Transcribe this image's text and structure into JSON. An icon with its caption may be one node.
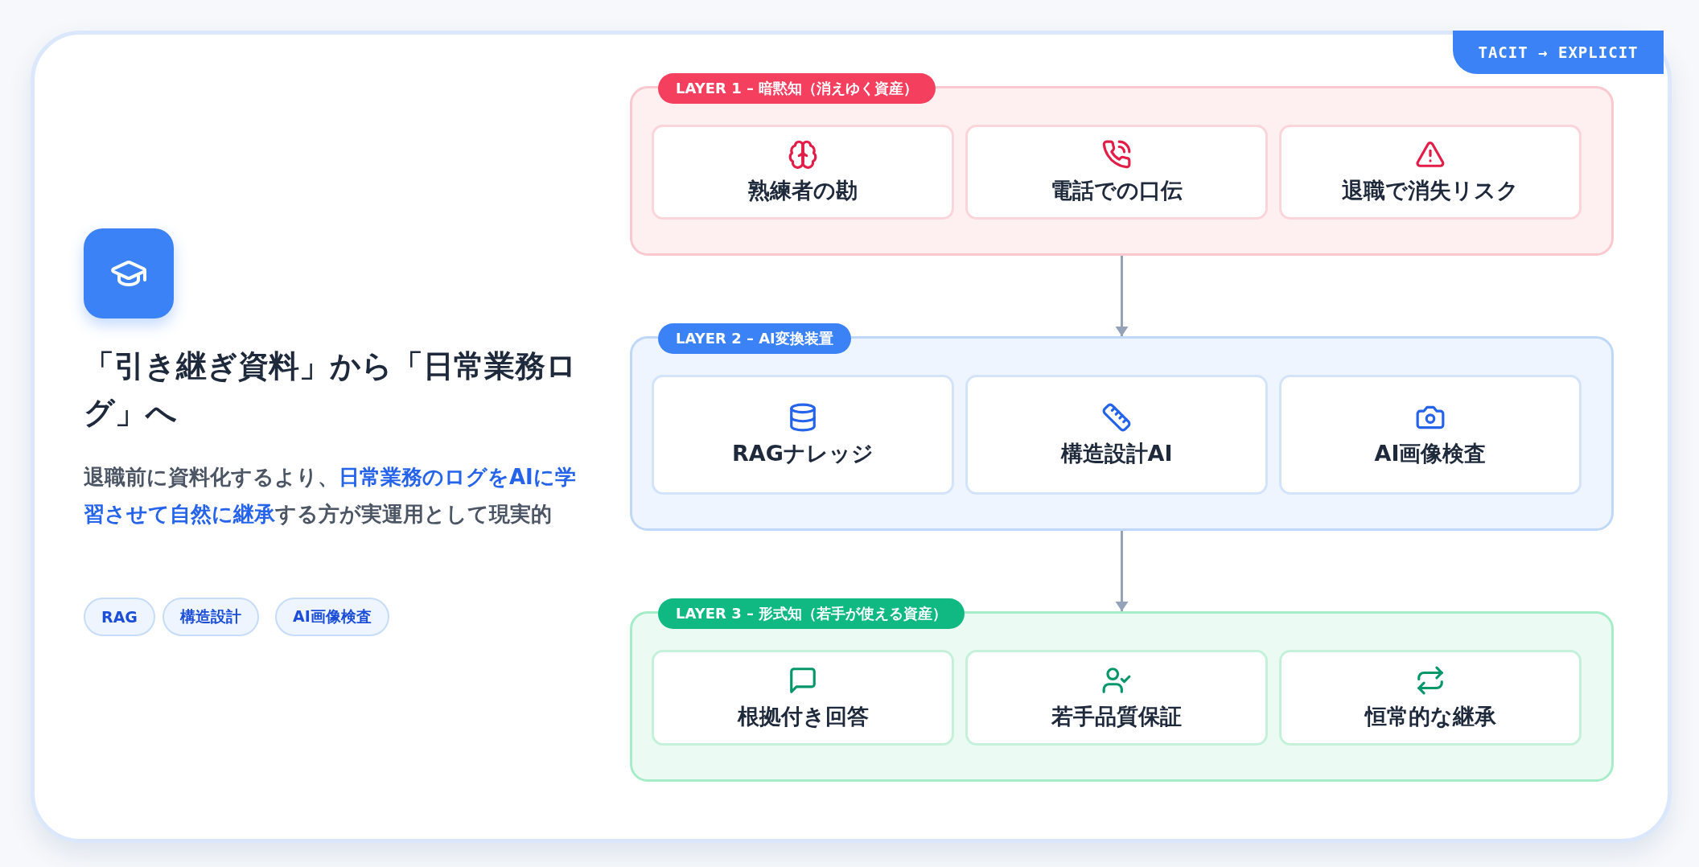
{
  "diagram": {
    "title": "「引き継ぎ資料」から「日常業務ログ」へ",
    "nodes": [
      {
        "text": [
          "LAYER 1 – 暗黙知（消えゆく資産）"
        ]
      },
      {
        "text": [
          "熟練者の勘"
        ],
        "in": 0
      },
      {
        "text": [
          "電話での口伝"
        ],
        "in": 0
      },
      {
        "text": [
          "退職で消失リスク"
        ],
        "in": 0
      },
      {
        "text": [
          "LAYER 2 – AI変換装置"
        ]
      },
      {
        "text": [
          "RAGナレッジ"
        ],
        "in": 4
      },
      {
        "text": [
          "構造設計AI"
        ],
        "in": 4
      },
      {
        "text": [
          "AI画像検査"
        ],
        "in": 4
      },
      {
        "text": [
          "LAYER 3 – 形式知（若手が使える資産）"
        ]
      },
      {
        "text": [
          "根拠付き回答"
        ],
        "in": 8
      },
      {
        "text": [
          "若手品質保証"
        ],
        "in": 8
      },
      {
        "text": [
          "恒常的な継承"
        ],
        "in": 8
      }
    ],
    "edges": [
      {
        "from": 0,
        "to": 4,
        "arrow": "to"
      },
      {
        "from": 4,
        "to": 8,
        "arrow": "to"
      }
    ],
    "labels": [
      "TACIT → EXPLICIT",
      "退職前に資料化するより、**日常業務のログをAIに学習させて自然に継承**する方が実運用として現実的",
      "RAG",
      "構造設計",
      "AI画像検査"
    ]
  }
}
